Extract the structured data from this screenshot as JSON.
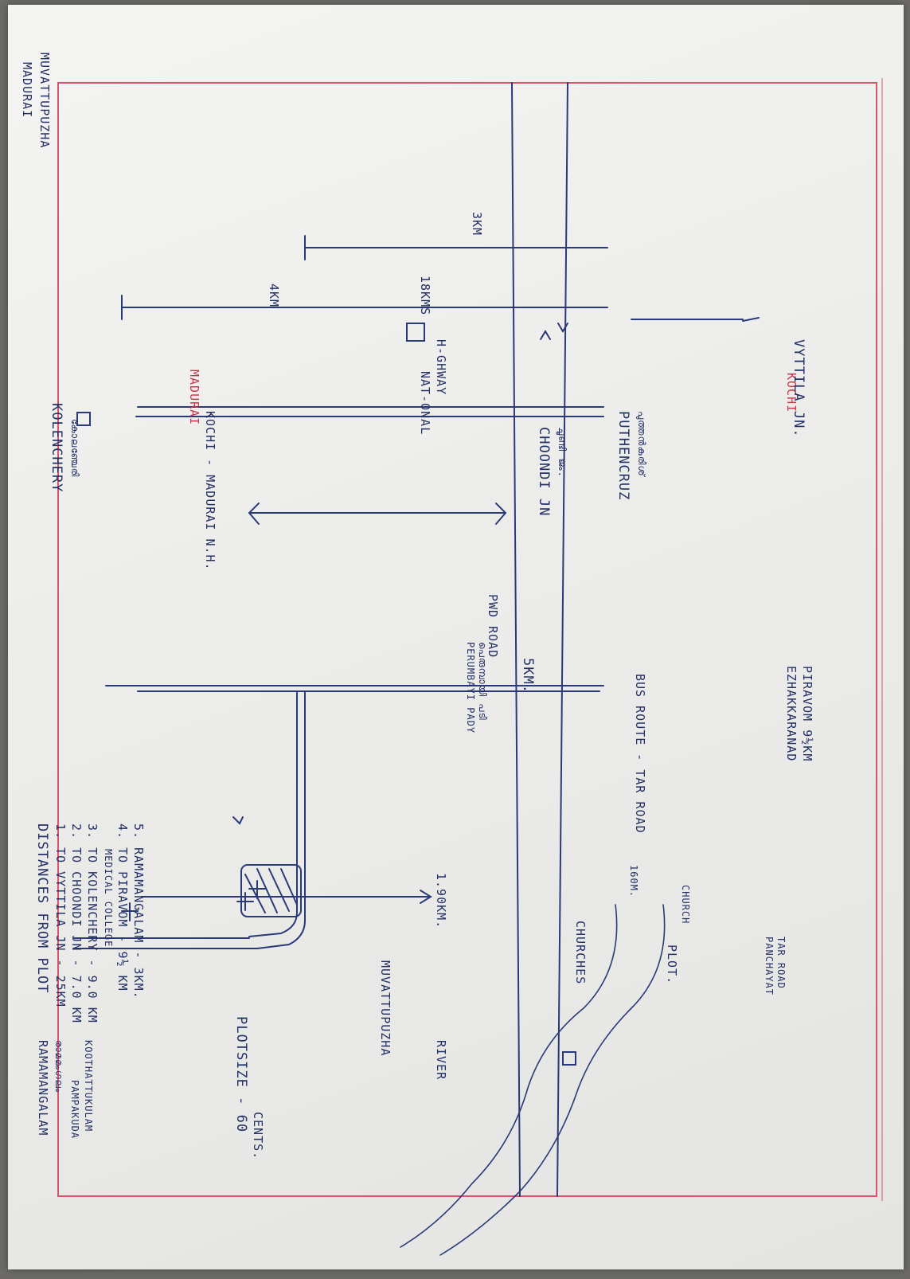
{
  "places": {
    "maduarai_top": "MADURAI",
    "muvattupuzha": "MUVATTUPUZHA",
    "kolenchery": "KOLENCHERY",
    "kolenchery_ml": "കോലഞ്ചേരി",
    "maduarai_red": "MADURAI",
    "kochi_madurai_nh": "KOCHI - MADURAI N.H.",
    "kochi_red": "KOCHI",
    "vyttila": "VYTTILA JN.",
    "choondi": "CHOONDI JN",
    "choondi_ml": "ചൂണ്ടി ജം.",
    "puthencruz": "PUTHENCRUZ",
    "puthencruz_ml": "പുത്തൻകുരിശ്",
    "pwd_road": "PWD ROAD",
    "bus_route": "BUS ROUTE - TAR ROAD",
    "perumbayi_pady": "PERUMBAYI PADY",
    "perumbayi_ml": "പെരുമ്പായി പടി",
    "ezhakkaranad": "EZHAKKARANAD",
    "piravom": "PIRAVOM 9½KM",
    "churches": "CHURCHES",
    "church": "CHURCH",
    "plot": "PLOT.",
    "panchayat": "PANCHAYAT",
    "tar_road": "TAR ROAD",
    "ramamangalam": "RAMAMANGALAM",
    "ramamangalam_ml": "രാമമംഗലം",
    "pampakuda": "PAMPAKUDA",
    "koothattukulam": "KOOTHATTUKULAM",
    "plot_size": "PLOTSIZE - 60",
    "cents": "CENTS.",
    "muvattupuzha_river": "MUVATTUPUZHA",
    "river": "RIVER",
    "nh_upper": "NAT-ONAL",
    "nh_lower": "H-GHWAY"
  },
  "distances": {
    "four_km": "4KM",
    "three_km": "3KM",
    "eighteen_kms": "18KMS",
    "five_km": "5KM.",
    "one_ninety": "1.90KM.",
    "one_sixty": "160M."
  },
  "legend": {
    "title": "DISTANCES FROM PLOT",
    "items": [
      "1. TO VYTTILA JN - 25KM",
      "2. TO CHOONDI JN - 7.0 KM",
      "3. TO KOLENCHERY - 9.0 KM",
      "MEDICAL COLLEGE",
      "4. TO PIRAVOM      - 9½ KM",
      "5. RAMAMANGALAM - 3KM."
    ]
  },
  "colors": {
    "ink": "#233066",
    "red_ink": "#c8394c",
    "paper": "#f0f0ee"
  }
}
